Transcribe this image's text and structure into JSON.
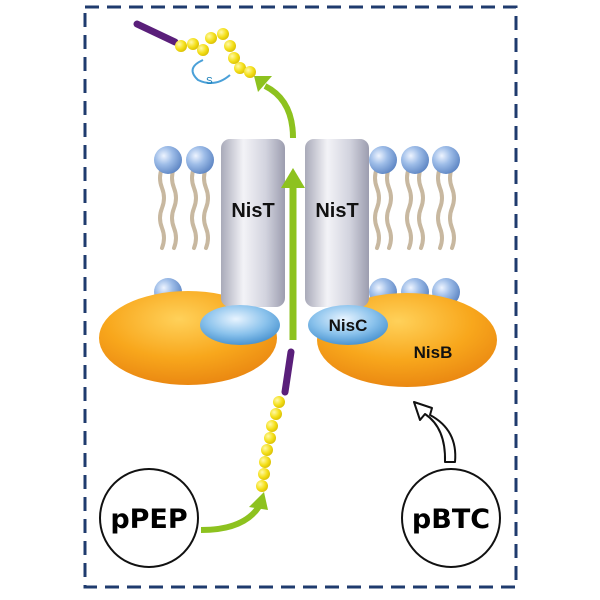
{
  "labels": {
    "nist_left": "NisT",
    "nist_right": "NisT",
    "nisc": "NisC",
    "nisb": "NisB",
    "ppep": "pPEP",
    "pbtc": "pBTC",
    "sulfur": "S"
  },
  "colors": {
    "border": "#1f3b6e",
    "lipid_head": "#7ea6dc",
    "lipid_tail": "#c9b9a1",
    "nist_body": "#d3d4de",
    "nisb": "#f6a21a",
    "nisc": "#7fb7e6",
    "arrow_green": "#8dc21f",
    "peptide_yellow": "#f5e11a",
    "leader_purple": "#5a1f7a"
  }
}
